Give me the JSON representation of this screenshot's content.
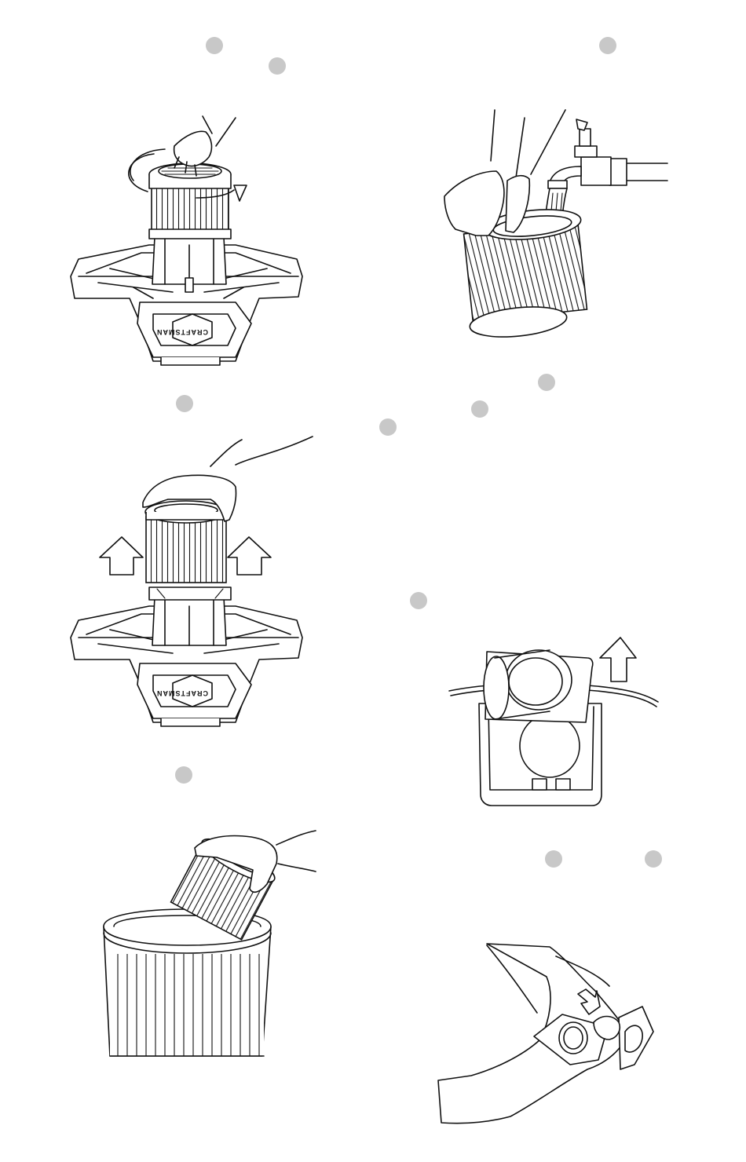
{
  "brand": {
    "logo_text": "CRAFTSMAN"
  },
  "colors": {
    "line": "#111111",
    "step_marker": "#c8c8c8",
    "background": "#ffffff"
  },
  "illustrations": [
    "rotate-filter-cartridge",
    "lift-filter-cartridge",
    "tap-filter-into-trash-can",
    "rinse-filter-under-faucet",
    "remove-deflector-from-inlet",
    "attach-dust-bag-to-inlet"
  ],
  "step_markers": 10
}
